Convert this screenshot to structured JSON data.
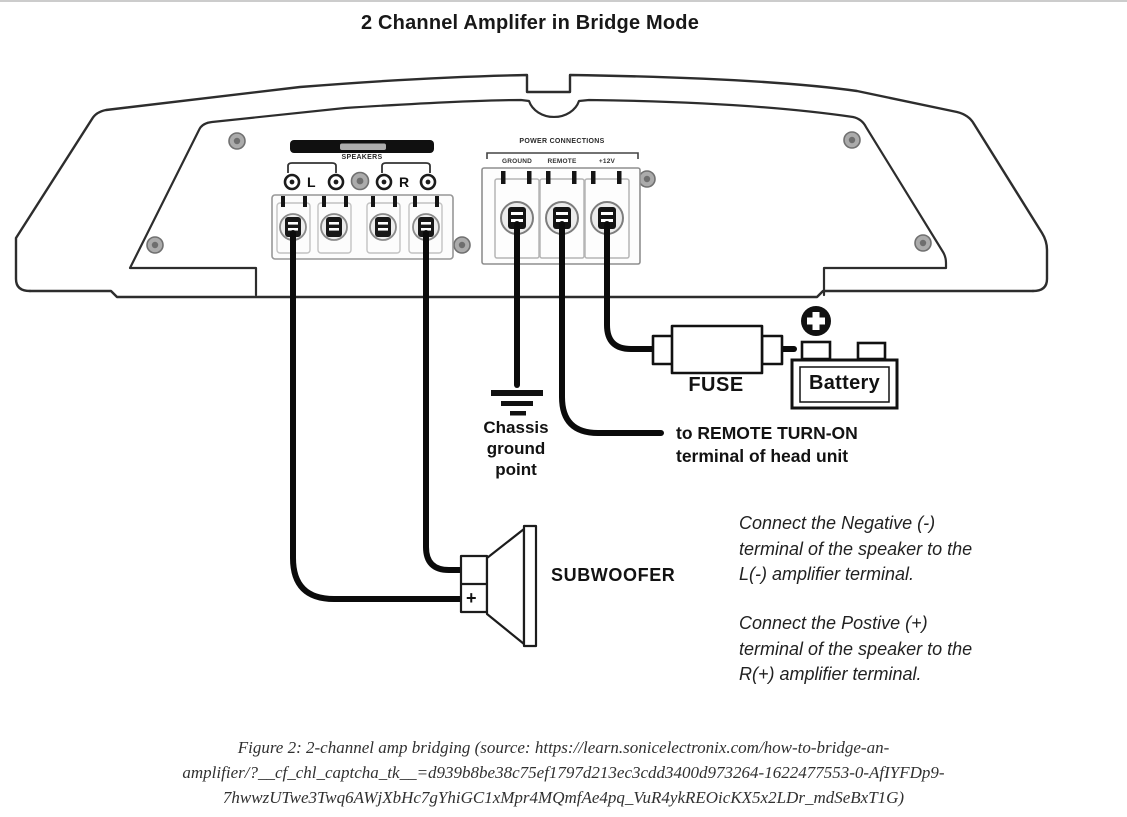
{
  "title": "2 Channel Amplifer in Bridge Mode",
  "amplifier": {
    "speaker_section": {
      "header": "SPEAKERS",
      "left_label": "L",
      "right_label": "R"
    },
    "power_section": {
      "header": "POWER CONNECTIONS",
      "terminal_ground": "GROUND",
      "terminal_remote": "REMOTE",
      "terminal_12v": "+12V"
    }
  },
  "components": {
    "fuse_label": "FUSE",
    "battery_label": "Battery",
    "ground_label": "Chassis\nground\npoint",
    "remote_label": "to REMOTE TURN-ON\nterminal of head unit",
    "subwoofer_label": "SUBWOOFER",
    "subwoofer_positive_mark": "+"
  },
  "notes": {
    "negative": "Connect the Negative (-)\nterminal of the speaker to the\nL(-) amplifier terminal.",
    "positive": "Connect the Postive (+)\nterminal of the speaker to the\nR(+) amplifier terminal."
  },
  "caption": "Figure 2: 2-channel amp bridging (source: https://learn.sonicelectronix.com/how-to-bridge-an-\namplifier/?__cf_chl_captcha_tk__=d939b8be38c75ef1797d213ec3cdd3400d973264-1622477553-0-AfIYFDp9-\n7hwwzUTwe3Twq6AWjXbHc7gYhiGC1xMpr4MQmfAe4pq_VuR4ykREOicKX5x2LDr_mdSeBxT1G)",
  "colors": {
    "outline": "#2d2d2d",
    "wire": "#0b0b0b",
    "screw_fill": "#aaaaaa",
    "screw_ring": "#707070",
    "header_bar": "#101010",
    "caption_text": "#303030",
    "top_border": "#cccccc"
  }
}
